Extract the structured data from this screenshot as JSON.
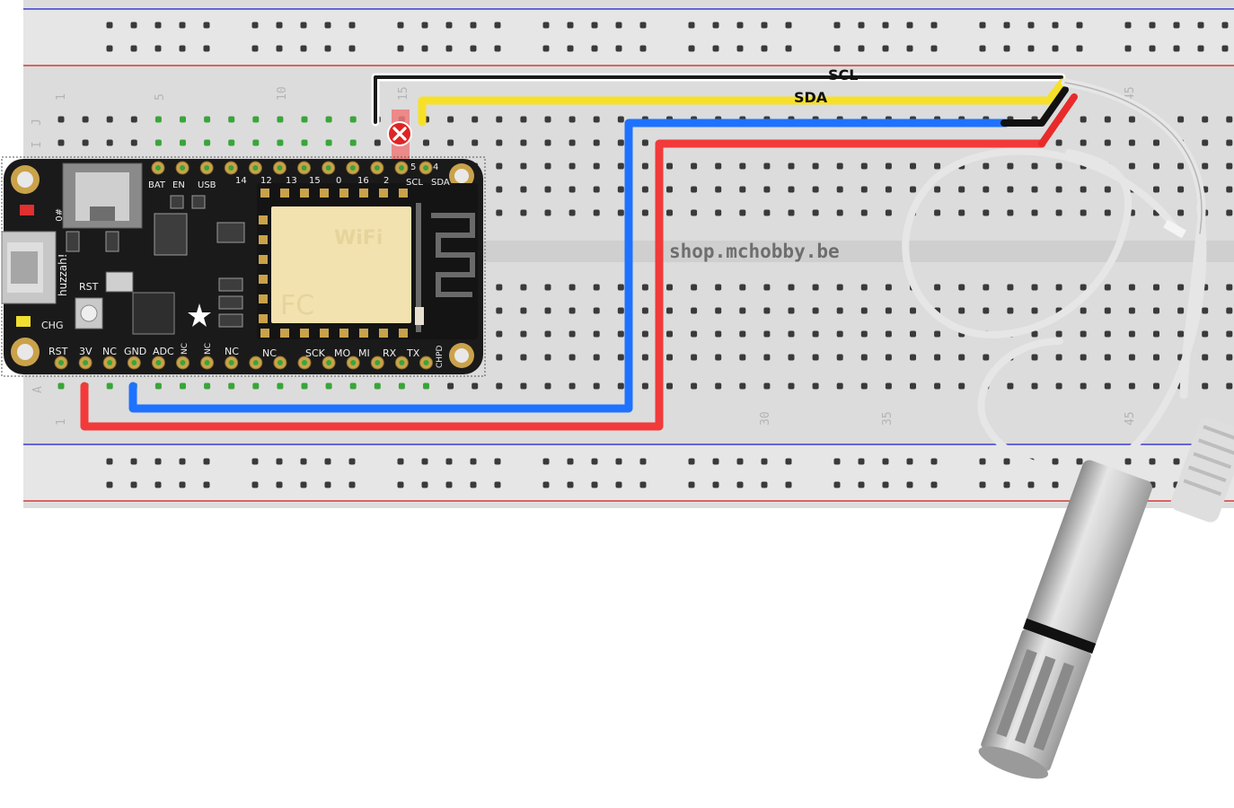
{
  "breadboard": {
    "watermark": "shop.mchobby.be",
    "row_letters_top": [
      "J",
      "I"
    ],
    "row_letters_bottom": [
      "A"
    ],
    "column_numbers_top": [
      "1",
      "5",
      "10",
      "15",
      "45"
    ],
    "column_numbers_bottom": [
      "1",
      "30",
      "35",
      "45"
    ],
    "colors": {
      "body": "#dcdcdc",
      "rail": "#e6e6e6",
      "blue_line": "#3a3ad0",
      "red_line": "#d23a3a",
      "hole": "#3a3a3a",
      "hole_active": "#3aa53a"
    }
  },
  "wires": {
    "scl_label": "SCL",
    "sda_label": "SDA",
    "colors": {
      "scl": "#1a1a1a",
      "scl_outline": "#ffffff",
      "sda": "#f7e028",
      "gnd": "#1e72ff",
      "vcc": "#f23a3a",
      "sensor_black": "#111111",
      "sensor_red": "#e82a2a",
      "cable": "#e6e6e6"
    }
  },
  "board": {
    "top_labels": [
      "BAT",
      "EN",
      "USB",
      "14",
      "12",
      "13",
      "15",
      "0",
      "16",
      "2",
      "5",
      "4",
      "SCL",
      "SDA"
    ],
    "bottom_labels": [
      "RST",
      "3V",
      "NC",
      "GND",
      "ADC",
      "NC",
      "NC",
      "NC",
      "NC",
      "SCK",
      "MO",
      "MI",
      "RX",
      "TX",
      "CHPD"
    ],
    "side_labels": [
      "RST",
      "CHG",
      "huzzah!",
      "#0"
    ],
    "module_text": "WiFi",
    "module_mark": "FC",
    "colors": {
      "pcb": "#1a1a1a",
      "module": "#f2e2b0",
      "text": "#f0f0f0",
      "pad": "#c9a24a",
      "led_red": "#e03030",
      "led_yellow": "#f0e030"
    }
  },
  "error_marker": {
    "icon": "error-icon",
    "color": "#e02424"
  },
  "sensor": {
    "colors": {
      "body": "#cfcfcf",
      "shade": "#9a9a9a",
      "band": "#111111",
      "cap": "#dedede"
    }
  }
}
